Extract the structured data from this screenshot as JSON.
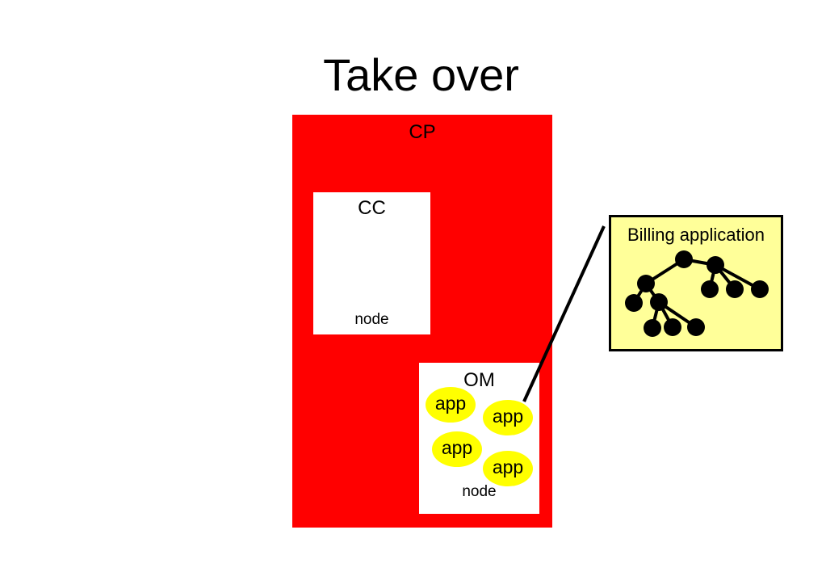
{
  "title": "Take over",
  "cp": {
    "label": "CP",
    "color": "#ff0000"
  },
  "cc": {
    "label": "CC",
    "node_label": "node"
  },
  "om": {
    "label": "OM",
    "node_label": "node",
    "apps": [
      "app",
      "app",
      "app",
      "app"
    ],
    "app_color": "#ffff00"
  },
  "billing": {
    "label": "Billing application",
    "color": "#ffff99"
  }
}
